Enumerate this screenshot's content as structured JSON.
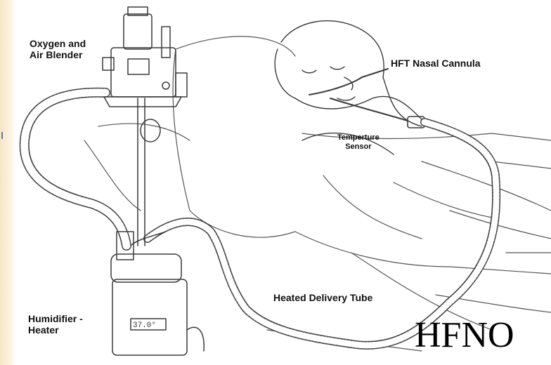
{
  "labels": {
    "blender": "Oxygen and\nAir Blender",
    "cannula": "HFT Nasal Cannula",
    "sensor": "Temperture\nSensor",
    "tube": "Heated Delivery Tube",
    "humidifier": "Humidifier -\nHeater",
    "title": "HFNO"
  },
  "device_display": "37.0°",
  "colors": {
    "line": "#3a3a3a",
    "strip": "#f6e6c6"
  }
}
